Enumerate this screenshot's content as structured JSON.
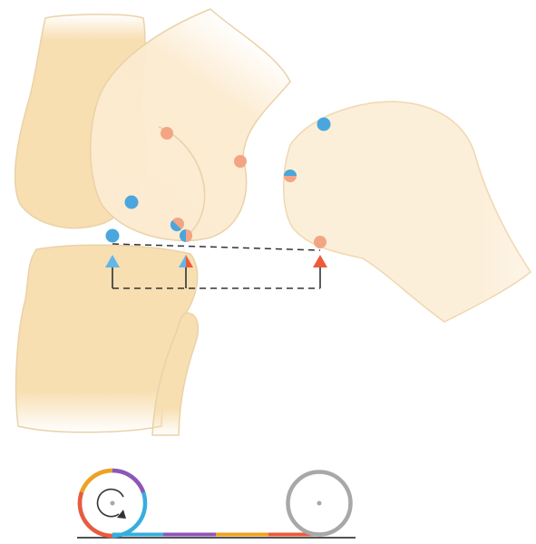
{
  "colors": {
    "background": "#ffffff",
    "bone_fill": "#f7dfb2",
    "bone_fill_light": "#fbecd2",
    "bone_outline": "#ead2a8",
    "femur_overlay": "#fcebd0",
    "marker_blue": "#4aa6dd",
    "marker_salmon": "#f3a583",
    "arrow_blue": "#62b7e6",
    "arrow_red": "#ee5a3c",
    "dashed_line": "#333333",
    "wheel_gray": "#a8a8a8",
    "ground": "#1a1a1a"
  },
  "wheel_segment_colors": [
    "#35aede",
    "#f0a21e",
    "#8f55b8",
    "#ec5a3a"
  ],
  "markers": [
    {
      "kind": "salmon"
    },
    {
      "kind": "salmon"
    },
    {
      "kind": "blue"
    },
    {
      "kind": "blue"
    },
    {
      "kind": "split"
    },
    {
      "kind": "split"
    },
    {
      "kind": "split"
    },
    {
      "kind": "blue"
    },
    {
      "kind": "salmon"
    }
  ],
  "icons": [
    "rotation-arrow-icon"
  ]
}
